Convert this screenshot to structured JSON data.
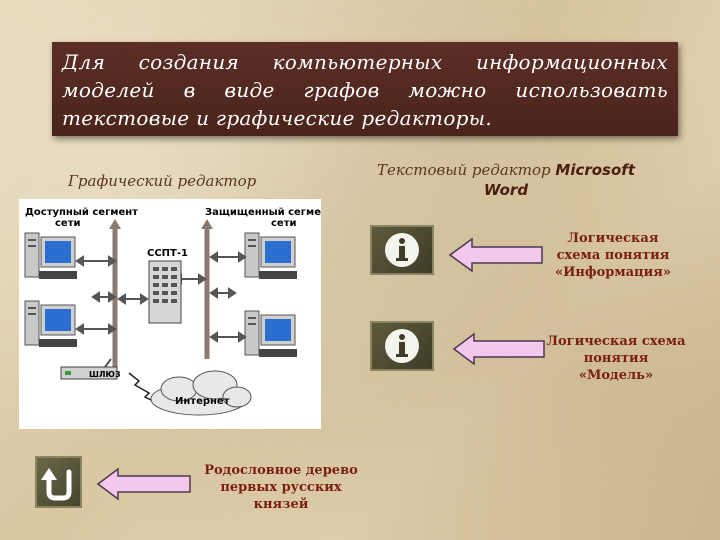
{
  "header": {
    "text": "Для создания компьютерных информационных моделей в виде графов можно использовать текстовые и графические редакторы."
  },
  "labels": {
    "graphic_editor": "Графический редактор",
    "text_editor_prefix": "Текстовый редактор ",
    "text_editor_brand": "Microsoft Word"
  },
  "diagram": {
    "left_segment": "Доступный сегмент сети",
    "right_segment": "Защищенный сегмент сети",
    "server": "ССПТ-1",
    "gateway": "ШЛЮЗ",
    "internet": "Интернет"
  },
  "links": {
    "info_scheme": "Логическая схема понятия «Информация»",
    "model_scheme": "Логическая схема понятия «Модель»",
    "family_tree": "Родословное дерево первых русских князей"
  },
  "colors": {
    "banner": "#4f271e",
    "arrow_fill": "#f4c8ec",
    "link_text": "#7a1e10"
  },
  "icons": {
    "info_button": "info-icon",
    "back_button": "return-arrow-icon"
  }
}
